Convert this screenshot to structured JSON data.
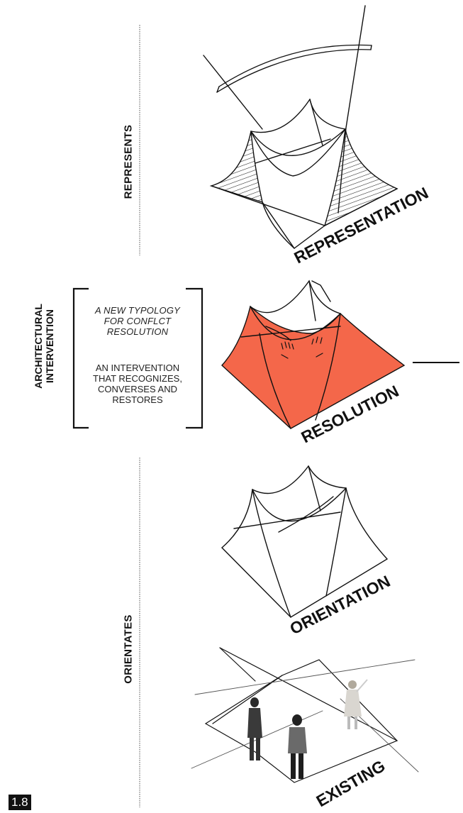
{
  "side_labels": {
    "top": "REPRESENTS",
    "middle_line1": "ARCHITECTURAL",
    "middle_line2": "INTERVENTION",
    "bottom": "ORIENTATES"
  },
  "bracket_text": {
    "heading_line1": "A NEW TYPOLOGY",
    "heading_line2": "FOR CONFLCT",
    "heading_line3": "RESOLUTION",
    "body_line1": "AN INTERVENTION",
    "body_line2": "THAT RECOGNIZES,",
    "body_line3": "CONVERSES AND",
    "body_line4": "RESTORES"
  },
  "sketch_labels": {
    "representation": "REPRESENTATION",
    "resolution": "RESOLUTION",
    "orientation": "ORIENTATION",
    "existing": "EXISTING"
  },
  "figure_number": "1.8",
  "colors": {
    "resolution_fill": "#f4674a",
    "ink": "#111111"
  }
}
